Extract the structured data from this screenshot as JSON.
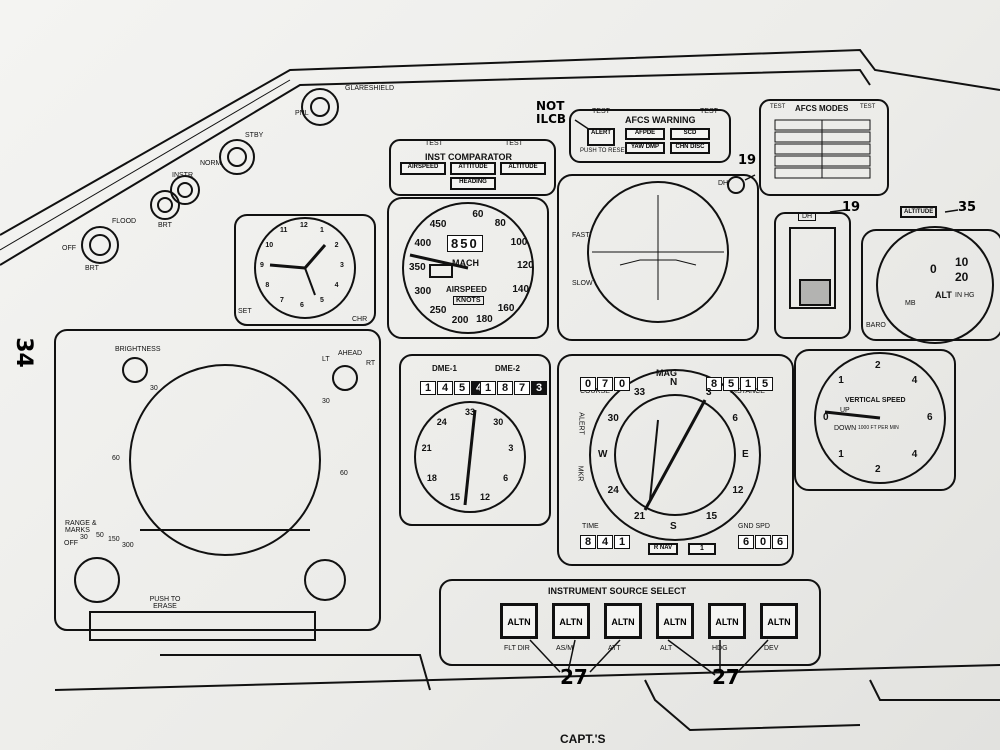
{
  "page": {
    "number": "34",
    "footer": "CAPT.'S"
  },
  "annotations": {
    "not_ilcb": "NOT ILCB",
    "n19a": "19",
    "n19b": "19",
    "n35": "35",
    "n27a": "27",
    "n27b": "27"
  },
  "afcs_warning": {
    "title": "AFCS WARNING",
    "test_l": "TEST",
    "test_r": "TEST",
    "alert": "ALERT",
    "push_reset": "PUSH TO RESET",
    "b1": "AFPDE",
    "b2": "SCD",
    "b3": "YAW DMP",
    "b4": "CHN DISC"
  },
  "afcs_modes": {
    "title": "AFCS MODES",
    "test_l": "TEST",
    "test_r": "TEST"
  },
  "inst_comparator": {
    "title": "INST COMPARATOR",
    "test_l": "TEST",
    "test_r": "TEST",
    "b1": "AIRSPEED",
    "b2": "ATTITUDE",
    "b3": "ALTITUDE",
    "b4": "HEADING"
  },
  "clock": {
    "set": "SET",
    "chr": "CHR",
    "nums": [
      "12",
      "1",
      "2",
      "3",
      "4",
      "5",
      "6",
      "7",
      "8",
      "9",
      "10",
      "11"
    ]
  },
  "airspeed": {
    "mach": "MACH",
    "airspeed": "AIRSPEED",
    "knots": "KNOTS",
    "digits": "850",
    "scale": [
      "60",
      "80",
      "100",
      "120",
      "140",
      "160",
      "180",
      "200",
      "250",
      "300",
      "350",
      "400",
      "450"
    ]
  },
  "adi": {
    "dh": "DH",
    "fast": "FAST",
    "slow": "SLOW"
  },
  "rad": {
    "dh": "DH"
  },
  "altimeter": {
    "alt": "ALT",
    "mb": "MB",
    "in_hg": "IN HG",
    "baro": "BARO",
    "d1": "0",
    "d2": "20",
    "d3": "10",
    "flag": "ALTITUDE"
  },
  "dme": {
    "dme1": "DME-1",
    "dme2": "DME-2",
    "dme1_digits": [
      "1",
      "4",
      "5",
      "4"
    ],
    "dme2_digits": [
      "1",
      "8",
      "7",
      "3"
    ],
    "compass": [
      "33",
      "30",
      "3",
      "6",
      "12",
      "15",
      "18",
      "21",
      "24"
    ]
  },
  "hsi": {
    "mag": "MAG",
    "course": "COURSE",
    "course_digits": [
      "0",
      "7",
      "0"
    ],
    "distance": "DISTANCE",
    "distance_digits": [
      "8",
      "5",
      "1",
      "5"
    ],
    "time": "TIME",
    "time_digits": [
      "8",
      "4",
      "1"
    ],
    "gnd_spd": "GND SPD",
    "gnd_digits": [
      "6",
      "0",
      "6"
    ],
    "rnav": "R NAV",
    "one": "1",
    "alert": "ALERT",
    "mkr": "MKR",
    "dial": [
      "N",
      "3",
      "6",
      "E",
      "12",
      "15",
      "S",
      "21",
      "24",
      "W",
      "30",
      "33"
    ]
  },
  "vsi": {
    "title": "VERTICAL SPEED",
    "up": "UP",
    "down": "DOWN",
    "units": "1000 FT PER MIN",
    "nums": [
      "0",
      "1",
      "2",
      "4",
      "6",
      "4",
      "2",
      "1"
    ]
  },
  "radar": {
    "brightness": "BRIGHTNESS",
    "ahead": "AHEAD",
    "lt": "LT",
    "rt": "RT",
    "range": "RANGE & MARKS",
    "push": "PUSH TO ERASE",
    "r_off": "OFF",
    "r30": "30",
    "r50": "50",
    "r150": "150",
    "r300": "300",
    "a30": "30",
    "a60": "60",
    "b30": "30",
    "b60": "60"
  },
  "switches": {
    "s1": "OFF",
    "s2": "FLOOD",
    "s3": "INSTR",
    "s4": "STBY",
    "s5": "NORM",
    "s6": "BRT",
    "s7": "BRT",
    "s8": "PNL",
    "s9": "GLARESHIELD"
  },
  "source_select": {
    "title": "INSTRUMENT SOURCE SELECT",
    "buttons": [
      {
        "label": "ALTN",
        "caption": "FLT DIR"
      },
      {
        "label": "ALTN",
        "caption": "AS/M"
      },
      {
        "label": "ALTN",
        "caption": "ATT"
      },
      {
        "label": "ALTN",
        "caption": "ALT"
      },
      {
        "label": "ALTN",
        "caption": "HDG"
      },
      {
        "label": "ALTN",
        "caption": "DEV"
      }
    ]
  }
}
